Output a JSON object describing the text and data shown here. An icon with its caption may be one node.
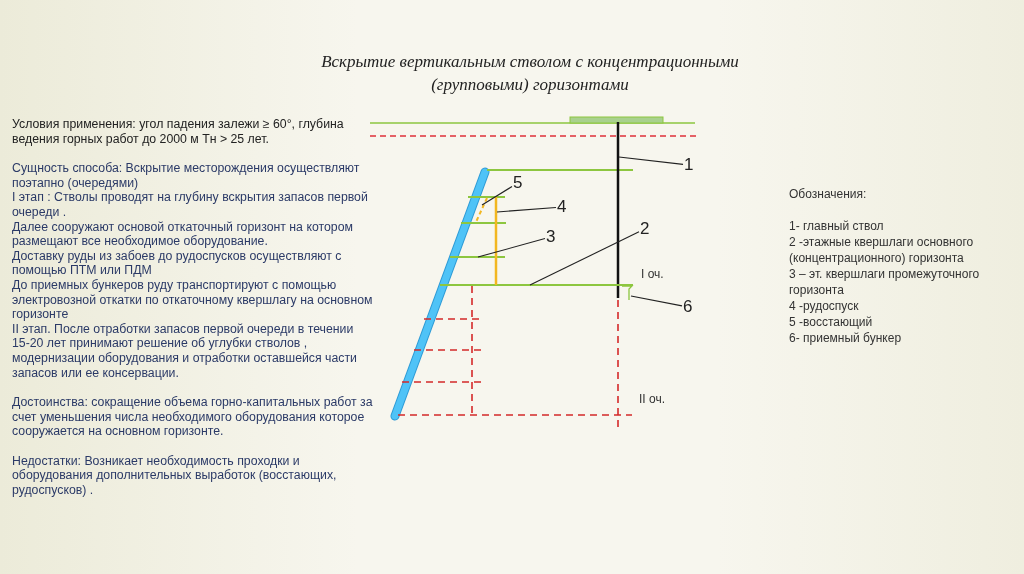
{
  "diagram": {
    "title": "Вскрытие вертикальным стволом с концентрационными (групповыми) горизонтами",
    "nodes": [
      {
        "text": [
          "1"
        ]
      },
      {
        "text": [
          "2"
        ]
      },
      {
        "text": [
          "3"
        ]
      },
      {
        "text": [
          "4"
        ]
      },
      {
        "text": [
          "5"
        ]
      },
      {
        "text": [
          "6"
        ]
      },
      {
        "text": [],
        "shape": "line"
      },
      {
        "text": [],
        "shape": "line"
      },
      {
        "text": [],
        "shape": "line"
      },
      {
        "text": [],
        "shape": "line"
      },
      {
        "text": [],
        "shape": "line"
      },
      {
        "text": [],
        "shape": "hook"
      }
    ],
    "edges": [
      {
        "from": 0,
        "to": 6,
        "arrow": "none"
      },
      {
        "from": 1,
        "to": 7,
        "arrow": "none"
      },
      {
        "from": 2,
        "to": 8,
        "arrow": "none"
      },
      {
        "from": 3,
        "to": 9,
        "arrow": "none"
      },
      {
        "from": 4,
        "to": 10,
        "arrow": "none"
      },
      {
        "from": 5,
        "to": 11,
        "arrow": "none"
      }
    ],
    "labels": [
      "Условия применения: угол падения залежи ≥ 60°, глубина ведения горных работ до 2000 м Тн > 25 лет.",
      "Сущность способа: Вскрытие месторождения осуществляют поэтапно (очередями)",
      "I этап : Стволы проводят на глубину вскрытия запасов первой очереди .",
      "Далее сооружают основой откаточный горизонт на котором размещают все необходимое оборудование.",
      "Доставку руды из забоев до рудоспусков осуществляют с помощью ПТМ или ПДМ",
      "До приемных бункеров руду транспортируют с помощью электровозной откатки по откаточному квершлагу на основном горизонте",
      "II этап. После отработки запасов первой очереди в течении 15-20 лет принимают решение об углубки стволов , модернизации оборудования и отработки оставшейся части запасов или ее консервации.",
      "Достоинства: сокращение объема горно-капитальных работ за счет уменьшения числа необходимого оборудования которое сооружается на основном горизонте.",
      "Недостатки: Возникает необходимость проходки и оборудования дополнительных выработок (восстающих, рудоспусков) .",
      "I оч.",
      "II оч.",
      "Обозначения:",
      "1- главный ствол",
      "2 -этажные квершлаги основного (концентрационного) горизонта",
      "3 – эт. квершлаги промежуточного горизонта",
      "4 -рудоспуск",
      "5 -восстающий",
      "6- приемный бункер"
    ]
  }
}
